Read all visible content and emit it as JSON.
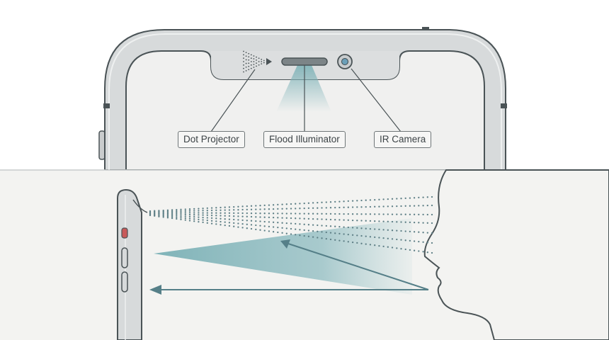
{
  "components": [
    {
      "id": "dot_projector",
      "label": "Dot Projector"
    },
    {
      "id": "flood_illuminator",
      "label": "Flood Illuminator"
    },
    {
      "id": "ir_camera",
      "label": "IR Camera"
    }
  ],
  "colors": {
    "background": "#ffffff",
    "lower_panel": "#f3f3f1",
    "phone_frame": "#d7dadb",
    "phone_outline": "#4a5356",
    "screen": "#f0f0ef",
    "notch": "#dcdedf",
    "beam": "#7fb3b8",
    "dots": "#5e7f86",
    "arrow": "#557f88",
    "face": "#f3f3f1"
  },
  "icons": {
    "dot_projector": "dot-projector-icon",
    "flood_illuminator": "flood-illuminator-icon",
    "ir_camera": "ir-camera-icon"
  }
}
